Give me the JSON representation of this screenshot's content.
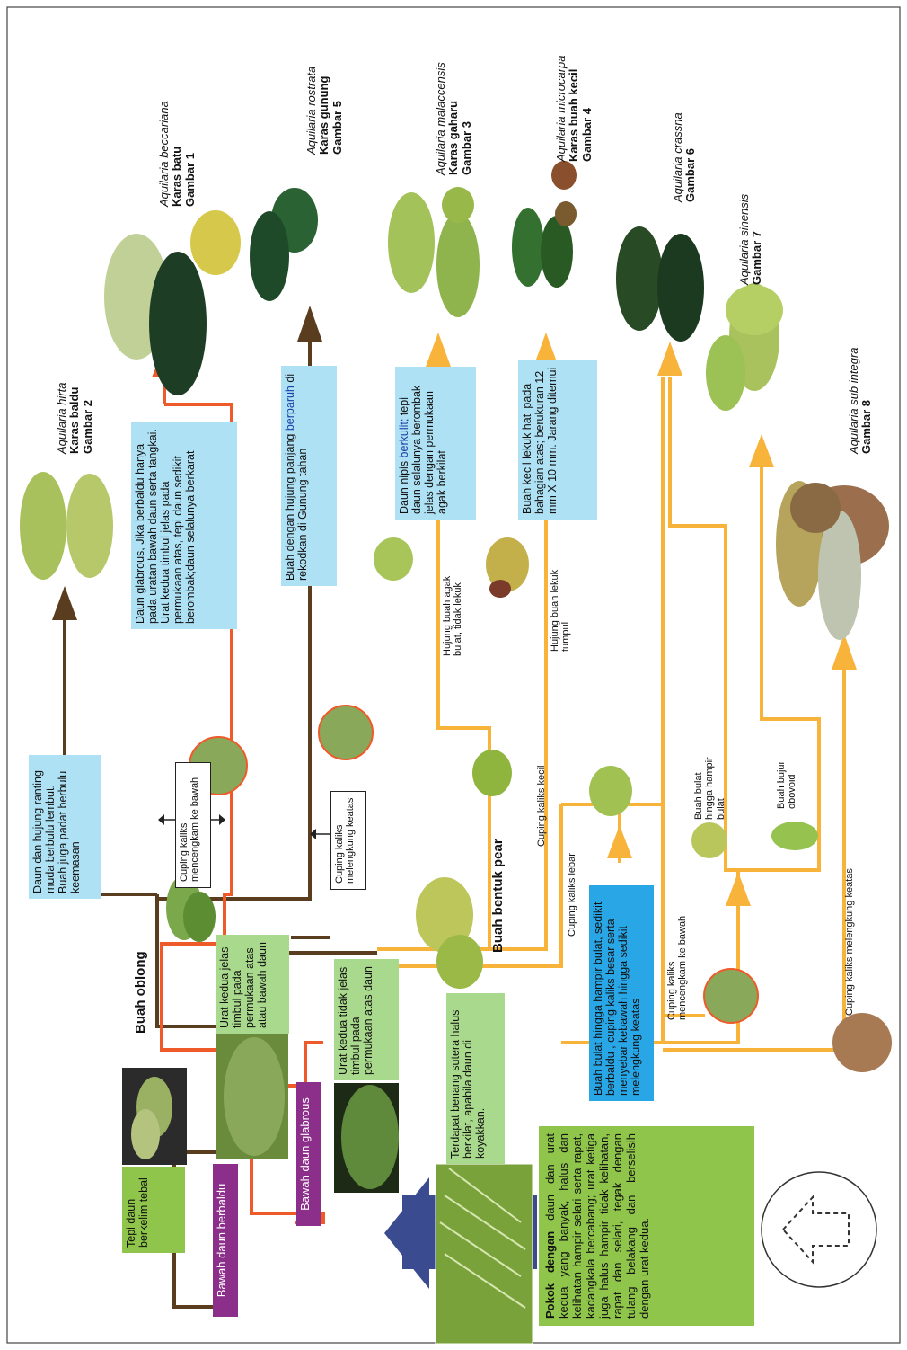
{
  "root": {
    "text_bold": "Pokok dengan",
    "text": "daun dan urat kedua yang banyak, halus dan kelihatan hampir selari serta rapat, kadangkala bercabang; urat ketiga juga halus hampir tidak kelihatan, rapat dan selari, tegak dengan tulang belakang dan berselisih dengan urat kedua."
  },
  "silk": "Terdapat benang sutera halus berkilat, apabila daun di koyakkan.",
  "left_branch": {
    "under_velvet": "Bawah daun berbaldu",
    "margin_thick": "Tepi daun berkelim tebal"
  },
  "mid_branch": {
    "under_glabrous": "Bawah daun glabrous",
    "vein_clear": "Urat kedua jelas timbul pada permukaan atas atau bawah daun",
    "vein_unclear": "Urat kedua tidak jelas timbul pada permukaan atas daun"
  },
  "fruit_shape": {
    "oblong": "Buah oblong",
    "pear": "Buah bentuk pear"
  },
  "hirta_desc": "Daun dan hujung ranting muda berbulu lembut. Buah juga padat berbulu keemasan",
  "calyx": {
    "down": "Cuping kaliks mencengkam ke bawah",
    "up": "Cuping kaliks melengkung keatas",
    "small": "Cuping kaliks kecil",
    "wide": "Cuping kaliks lebar",
    "down2": "Cuping kaliks mencengkam ke bawah",
    "up2": "Cuping kaliks melengkung keatas"
  },
  "beccariana_desc": "Daun glabrous, Jika berbaldu hanya pada uratan bawah daun serta tangkai. Urat kedua timbul jelas pada permukaan atas, tepi daun sedikit berombak;daun selalunya berkarat",
  "rostrata_desc": {
    "before": "Buah dengan hujung panjang",
    "link": "berparuh",
    "after": "di rekodkan di Gunung tahan"
  },
  "malaccensis_desc": {
    "before": "Daun nipis",
    "link": "berkulit;",
    "after": "tepi daun selalunya berombak jelas dengan permukaan agak berkilat"
  },
  "microcarpa_desc": "Buah kecil lekuk hati pada bahagian atas; berukuran 12 mm X 10 mm. Jarang ditemui",
  "tip_round": "Hujung buah agak bulat, tidak lekuk",
  "tip_blunt": "Hujung buah lekuk tumpul",
  "round_desc": "Buah bulat hingga hampir bulat, sedikit berbaldu , cuping kaliks besar serta menyebar kebawah hingga sedikit melengkung keatas",
  "fruit_round": "Buah bulat hingga hampir bulat",
  "fruit_obovoid": "Buah bujur obovoid",
  "species": [
    {
      "sci": "Aquilaria hirta",
      "local": "Karas baldu",
      "fig": "Gambar 2"
    },
    {
      "sci": "Aquilaria beccariana",
      "local": "Karas batu",
      "fig": "Gambar 1"
    },
    {
      "sci": "Aquilaria rostrata",
      "local": "Karas gunung",
      "fig": "Gambar 5"
    },
    {
      "sci": "Aquilaria malaccensis",
      "local": "Karas gaharu",
      "fig": "Gambar 3"
    },
    {
      "sci": "Aquilaria microcarpa",
      "local": "Karas buah kecil",
      "fig": "Gambar 4"
    },
    {
      "sci": "Aquilaria crassna",
      "local": "",
      "fig": "Gambar 6"
    },
    {
      "sci": "Aquilaria sinensis",
      "local": "",
      "fig": "Gambar 7"
    },
    {
      "sci": "Aquilaria sub integra",
      "local": "",
      "fig": "Gambar 8"
    }
  ],
  "colors": {
    "brown": "#5a3c1e",
    "red": "#ef5a2a",
    "orange": "#f8b33b",
    "navy": "#3b4b8f",
    "sky": "#aee1f4",
    "blue": "#29a6e6",
    "light_green": "#a9d98c",
    "green": "#8ec54a",
    "purple": "#8b2f8a"
  }
}
